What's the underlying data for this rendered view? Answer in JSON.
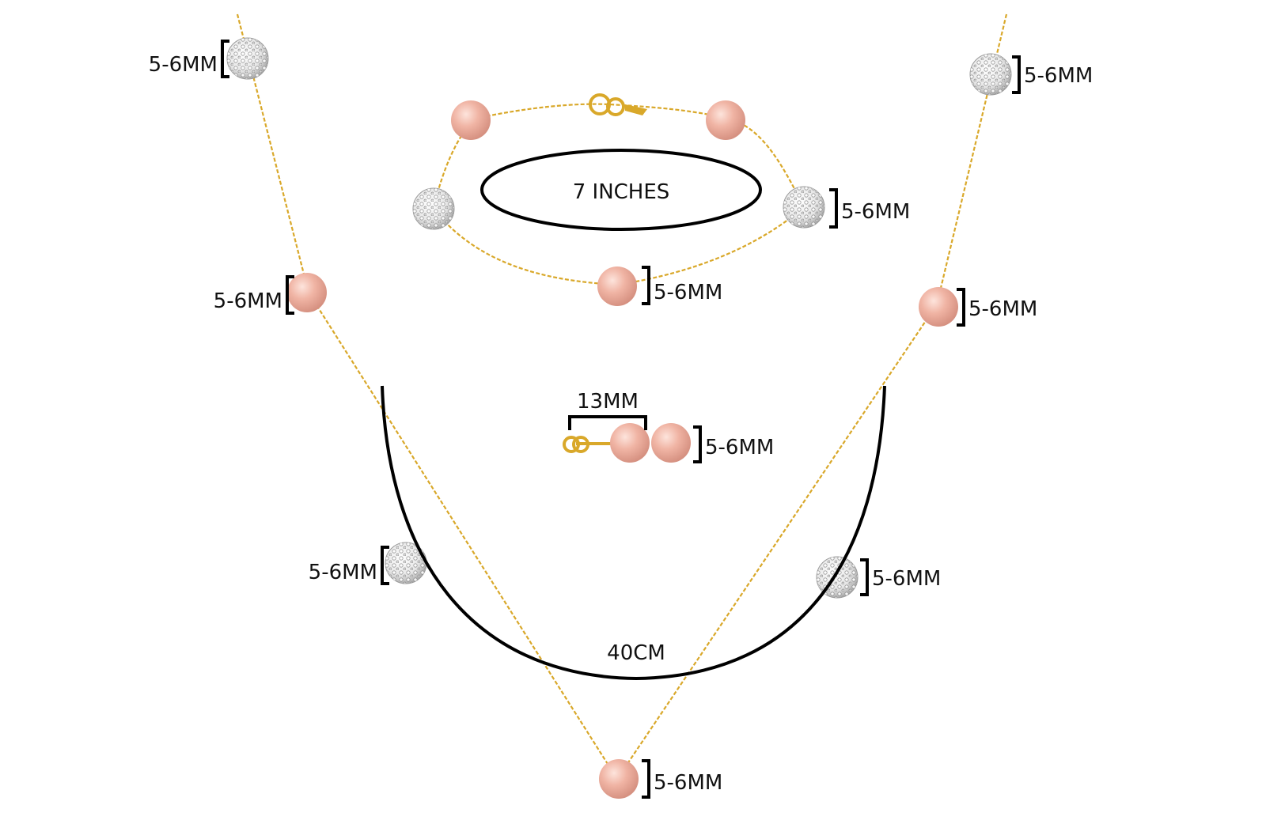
{
  "image": {
    "palette": {
      "background": "#ffffff",
      "chain_gold": "#d9a82a",
      "pearl_pink": "#f0b4a4",
      "crystal_white": "#eeeeee",
      "ink": "#111111"
    },
    "labels": {
      "bead_size": "5-6MM",
      "bracelet_length": "7 INCHES",
      "necklace_length": "40CM",
      "earring_length": "13MM"
    },
    "items": [
      "necklace",
      "bracelet",
      "stud-earrings"
    ]
  }
}
